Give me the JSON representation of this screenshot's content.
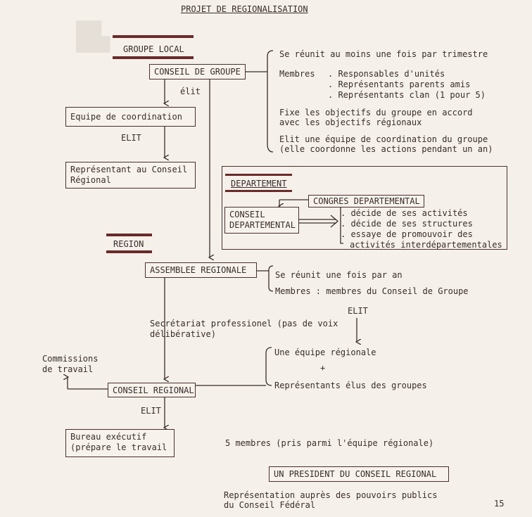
{
  "title": "PROJET DE REGIONALISATION",
  "groupe_local": {
    "heading": "GROUPE LOCAL",
    "conseil": "CONSEIL DE GROUPE",
    "elit": "élit",
    "equipe": "Equipe de coordination",
    "elit2": "ELIT",
    "representant": [
      "Représentant au Conseil",
      "Régional"
    ]
  },
  "conseil_groupe_info": {
    "reunit": "Se réunit au moins une fois par trimestre",
    "membres_label": "Membres",
    "membres": [
      "Responsables d'unités",
      "Représentants parents amis",
      "Représentants clan (1 pour 5)"
    ],
    "fixe": [
      "Fixe les objectifs du groupe en accord",
      "avec les objectifs régionaux"
    ],
    "elit": [
      "Elit une équipe de coordination du groupe",
      "(elle coordonne les actions pendant un an)"
    ]
  },
  "departement": {
    "heading": "DEPARTEMENT",
    "congres": "CONGRES DEPARTEMENTAL",
    "conseil": [
      "CONSEIL",
      "DEPARTEMENTAL"
    ],
    "items": [
      "décide de ses activités",
      "décide de ses structures",
      "essaye de promouvoir des",
      "activités interdépartementales"
    ]
  },
  "region": {
    "heading": "REGION",
    "assemblee": "ASSEMBLEE REGIONALE",
    "assemblee_info": [
      "Se réunit une fois par an",
      "Membres : membres du Conseil de Groupe"
    ],
    "elit": "ELIT",
    "secretariat": [
      "Secrétariat professionel (pas de voix",
      "délibérative)"
    ],
    "equipe_regionale": "Une équipe régionale",
    "plus": "+",
    "representants": "Représentants élus des groupes",
    "commissions": [
      "Commissions",
      "de travail"
    ],
    "conseil": "CONSEIL REGIONAL",
    "elit2": "ELIT",
    "bureau": [
      "Bureau exécutif",
      "(prépare le travail"
    ],
    "cinq_membres": "5 membres (pris parmi l'équipe régionale)",
    "president": "UN PRESIDENT DU CONSEIL REGIONAL",
    "representation": [
      "Représentation auprès des pouvoirs publics",
      "du Conseil Fédéral"
    ]
  },
  "page_number": "15"
}
